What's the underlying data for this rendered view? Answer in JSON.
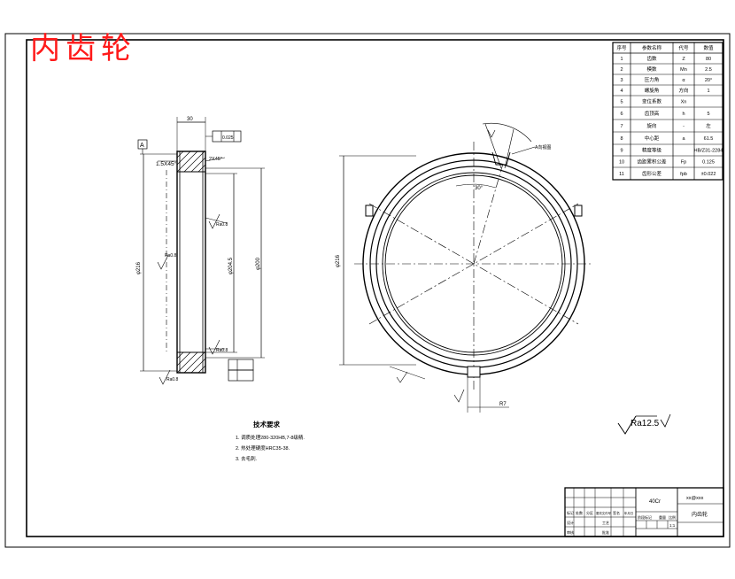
{
  "title": "内齿轮",
  "params": {
    "headers": [
      "序号",
      "参数名称",
      "代号",
      "数值"
    ],
    "rows": [
      [
        "1",
        "齿数",
        "Z",
        "80"
      ],
      [
        "2",
        "模数",
        "Mn",
        "2.5"
      ],
      [
        "3",
        "压力角",
        "α",
        "20°"
      ],
      [
        "4",
        "螺旋角",
        "方向",
        "1"
      ],
      [
        "5",
        "变位系数",
        "Xn",
        ""
      ],
      [
        "6",
        "齿顶高",
        "h",
        "5"
      ],
      [
        "7",
        "旋向",
        "-",
        "左"
      ],
      [
        "8",
        "中心距",
        "a",
        "61.5"
      ],
      [
        "9",
        "精度等级",
        "",
        "HB/Z31-2284"
      ],
      [
        "10",
        "齿距累积公差",
        "Fp",
        "0.125"
      ],
      [
        "11",
        "齿形公差",
        "fpb",
        "±0.022"
      ]
    ]
  },
  "tech_req": {
    "heading": "技术要求",
    "lines": [
      "1. 调质处理280-320HB,7-8级精.",
      "2. 热处理硬度HRC35-38.",
      "3. 去毛刺."
    ]
  },
  "annotations": {
    "roughness_right": "Ra12.5",
    "chamfer": "1.5X45°",
    "chamfer2": "2X45°",
    "roughness_small": "Ra0.8",
    "datum": "A",
    "runout_tol": "0.025",
    "diam_outer": "φ216",
    "diam_mid": "φ204.5",
    "diam_bore": "φ200",
    "width": "30",
    "circle_diam": "φ216",
    "keyway": "R7",
    "angle": "30°",
    "arrow_label": "A向视图"
  },
  "title_block": {
    "drawing_no": "xx@xxx",
    "part_name": "内齿轮",
    "material": "40Cr",
    "scale": "1:1",
    "labels": [
      "标记",
      "处数",
      "分区",
      "更改文件号",
      "签名",
      "年月日",
      "设计",
      "审核",
      "工艺",
      "批准",
      "阶段标记",
      "重量",
      "比例"
    ]
  }
}
